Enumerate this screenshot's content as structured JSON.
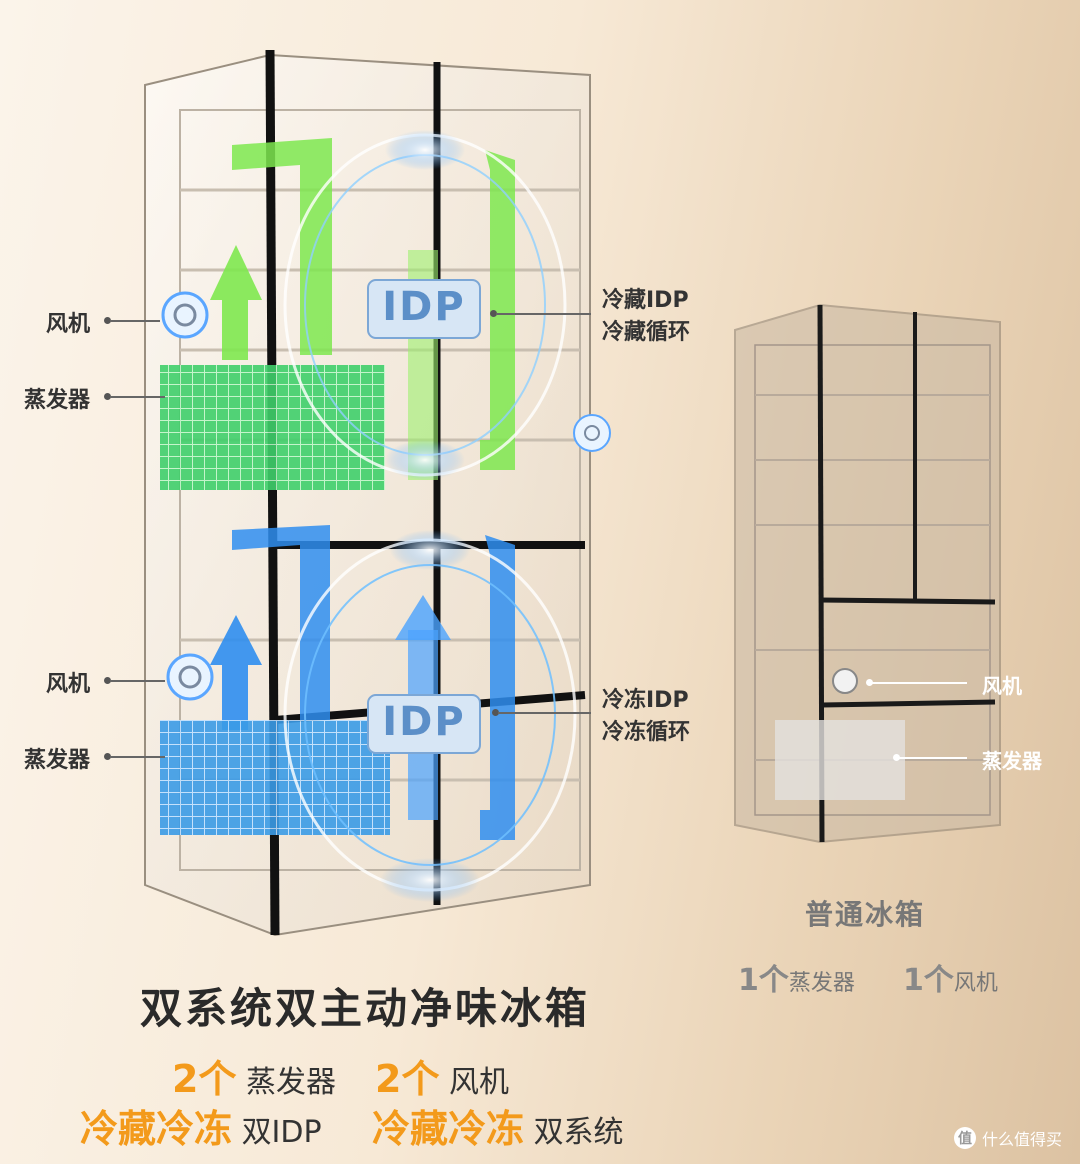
{
  "left_fridge": {
    "fan_label_top": "风机",
    "evaporator_label_top": "蒸发器",
    "fan_label_bottom": "风机",
    "evaporator_label_bottom": "蒸发器",
    "idp_badge_top": "IDP",
    "idp_badge_bottom": "IDP",
    "fridge_cycle_line1": "冷藏IDP",
    "fridge_cycle_line2": "冷藏循环",
    "freezer_cycle_line1": "冷冻IDP",
    "freezer_cycle_line2": "冷冻循环"
  },
  "right_fridge": {
    "fan_label": "风机",
    "evaporator_label": "蒸发器",
    "title": "普通冰箱",
    "evaporator_count": "1个",
    "evaporator_text": "蒸发器",
    "fan_count": "1个",
    "fan_text": "风机"
  },
  "headline": "双系统双主动净味冰箱",
  "features": {
    "evaporator_count": "2个",
    "evaporator_text": "蒸发器",
    "fan_count": "2个",
    "fan_text": "风机",
    "dual_idp_highlight": "冷藏冷冻",
    "dual_idp_text": "双IDP",
    "dual_system_highlight": "冷藏冷冻",
    "dual_system_text": "双系统"
  },
  "watermark": {
    "icon": "值",
    "text": "什么值得买"
  },
  "colors": {
    "accent": "#f39a1b",
    "green": "#5fe04a",
    "blue": "#2b8ff0"
  }
}
